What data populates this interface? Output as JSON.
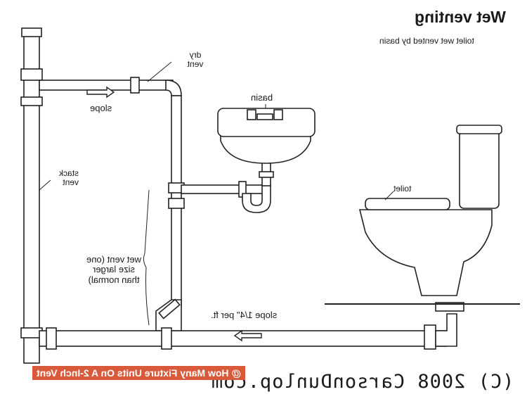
{
  "diagram": {
    "title": "Wet venting",
    "subtitle": "toilet wet vented by basin",
    "labels": {
      "dry_vent": "dry vent",
      "slope_top": "slope",
      "stack_vent": "stack vent",
      "basin": "basin",
      "toilet": "toilet",
      "wet_vent": "wet vent (one size larger than normal)",
      "slope_bottom": "slope 1/4\" per ft."
    },
    "copyright": "(C) 2008 CarsonDunlop.com"
  },
  "caption": "@ How Many Fixture Units On A 2-Inch Vent",
  "colors": {
    "line": "#222222",
    "pipe_fill": "#ffffff",
    "caption_bg": "#d85a3a"
  }
}
